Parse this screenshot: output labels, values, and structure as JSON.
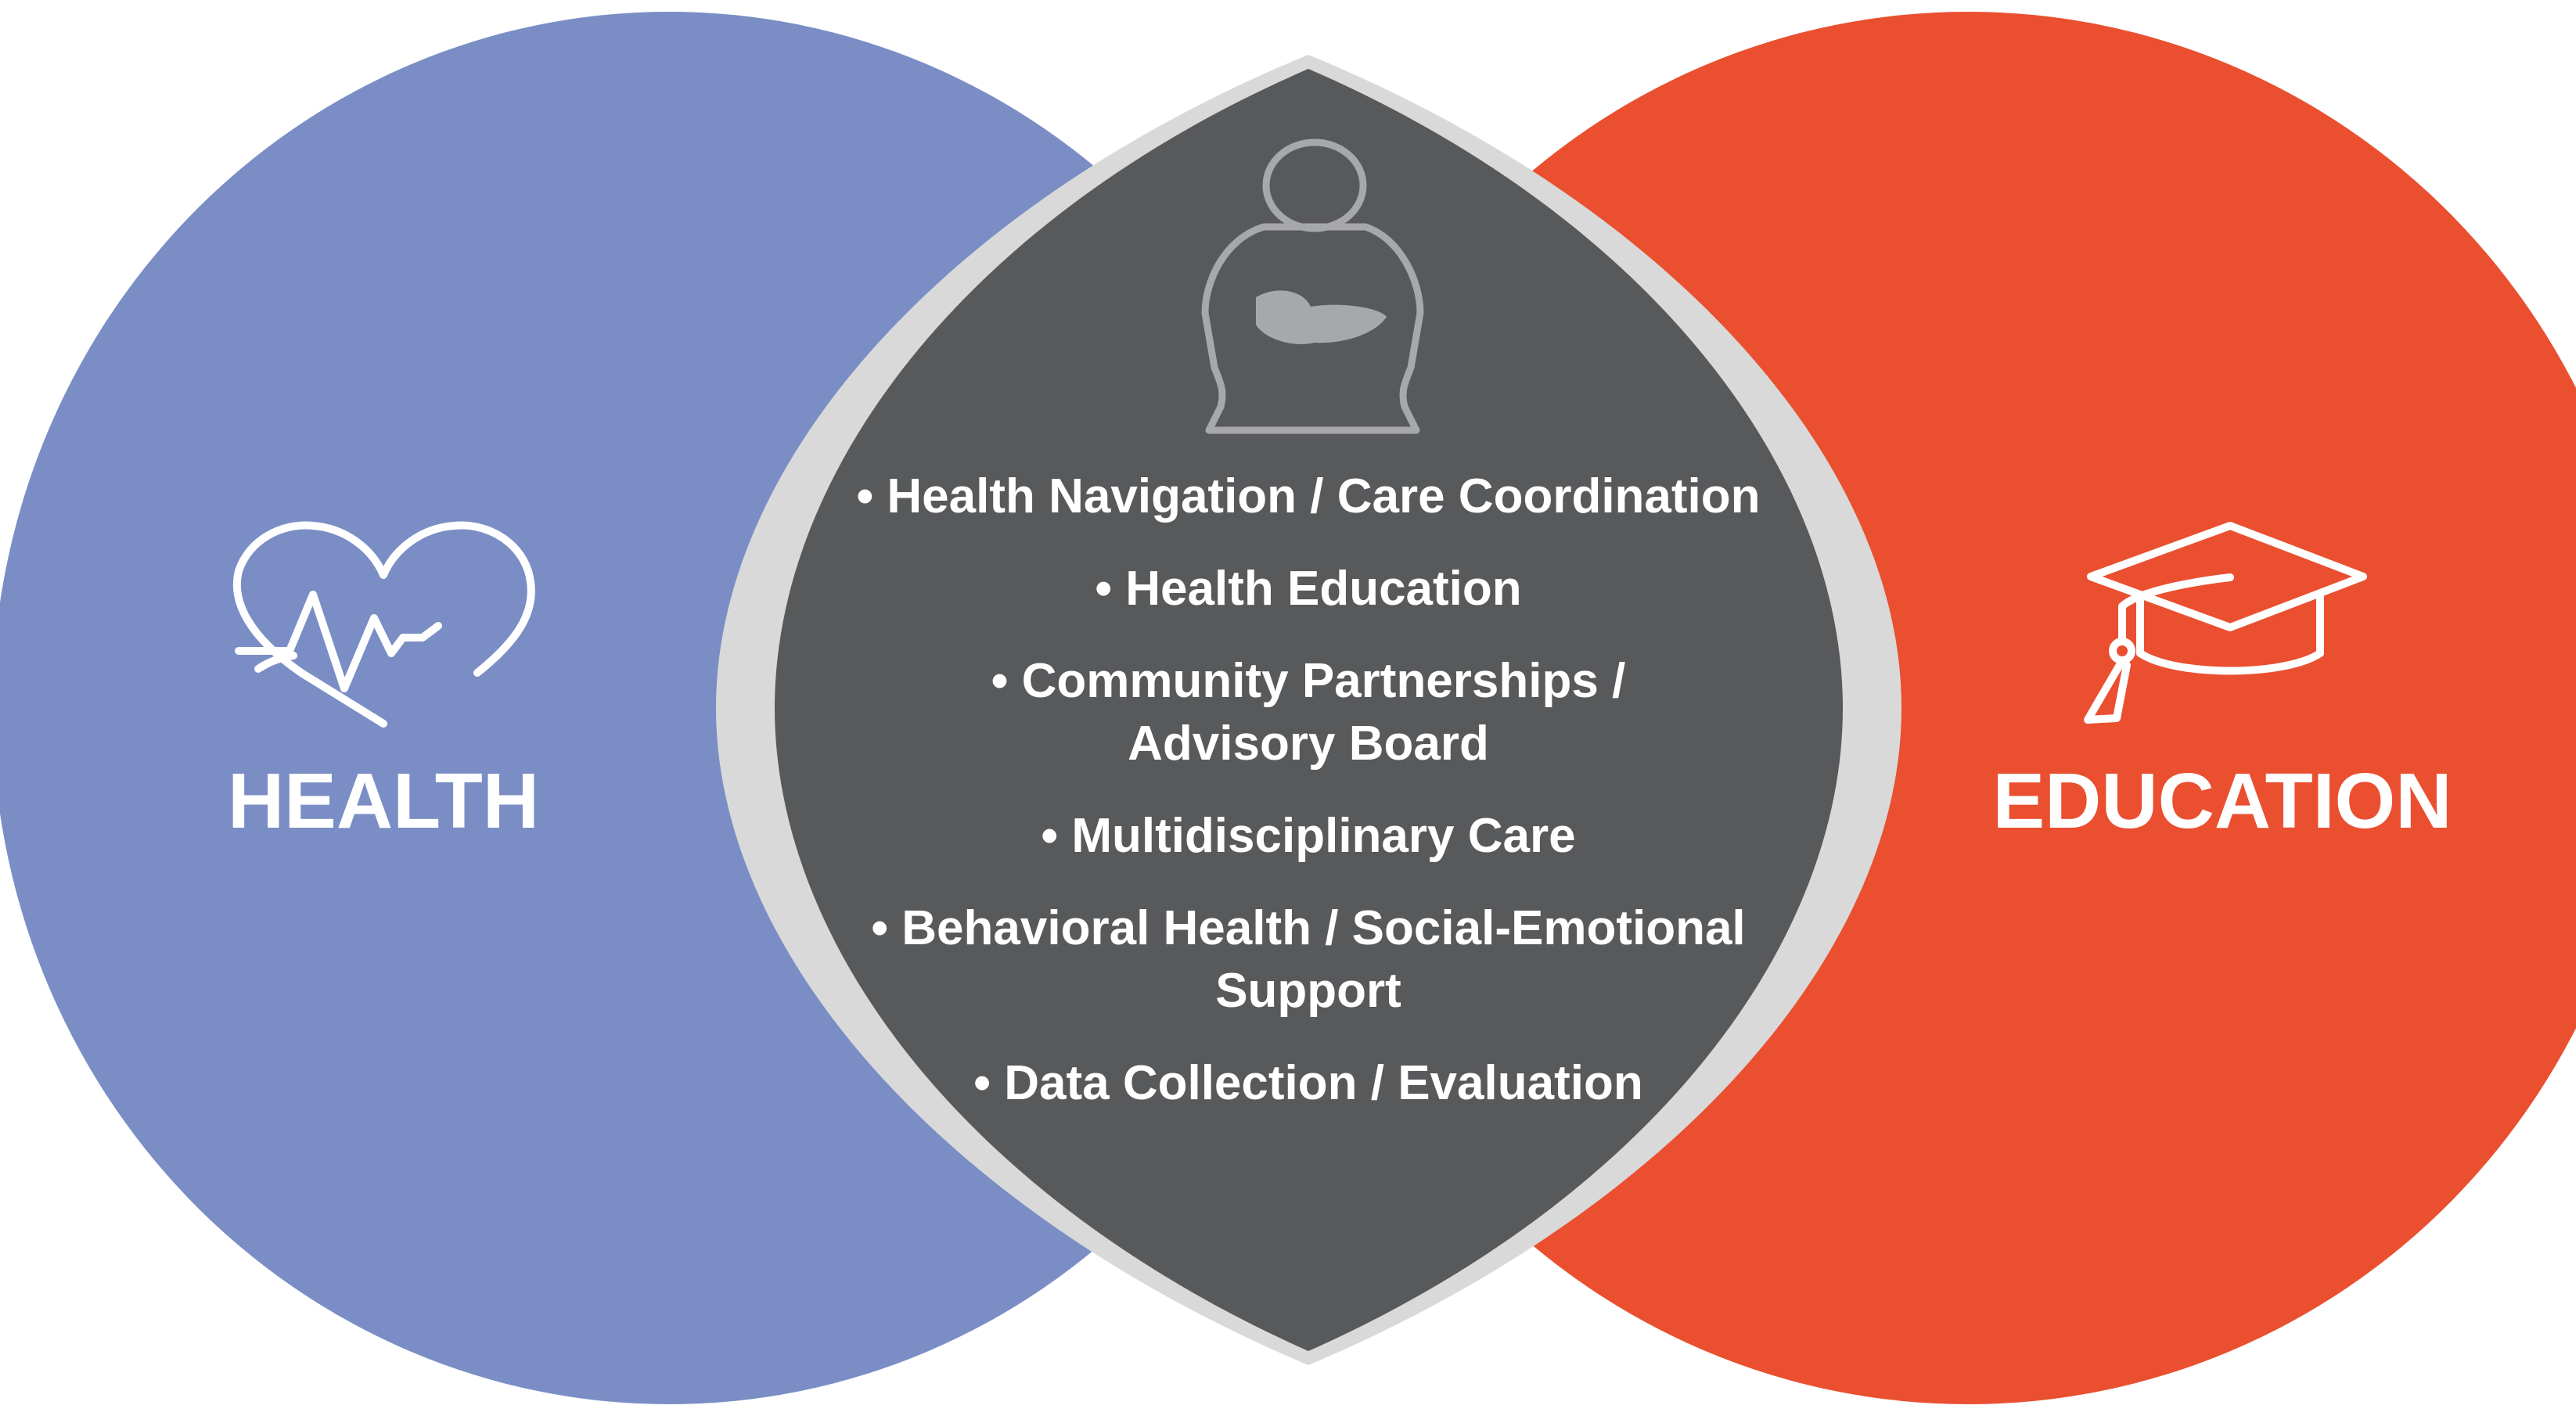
{
  "colors": {
    "health": "#7a8ec5",
    "education": "#ea4f30",
    "center": "#58595b",
    "ring": "#d9d9d9",
    "text": "#ffffff",
    "icon_center": "#a7a8aa"
  },
  "left": {
    "title": "HEALTH",
    "icon": "heart-pulse-icon"
  },
  "right": {
    "title": "EDUCATION",
    "icon": "graduation-cap-icon"
  },
  "center": {
    "icon": "parent-holding-baby-icon",
    "items": [
      [
        "Health Navigation / Care Coordination"
      ],
      [
        "Health Education"
      ],
      [
        "Community Partnerships /",
        "Advisory Board"
      ],
      [
        "Multidisciplinary Care"
      ],
      [
        "Behavioral Health / Social-Emotional",
        "Support"
      ],
      [
        "Data Collection / Evaluation"
      ]
    ]
  }
}
